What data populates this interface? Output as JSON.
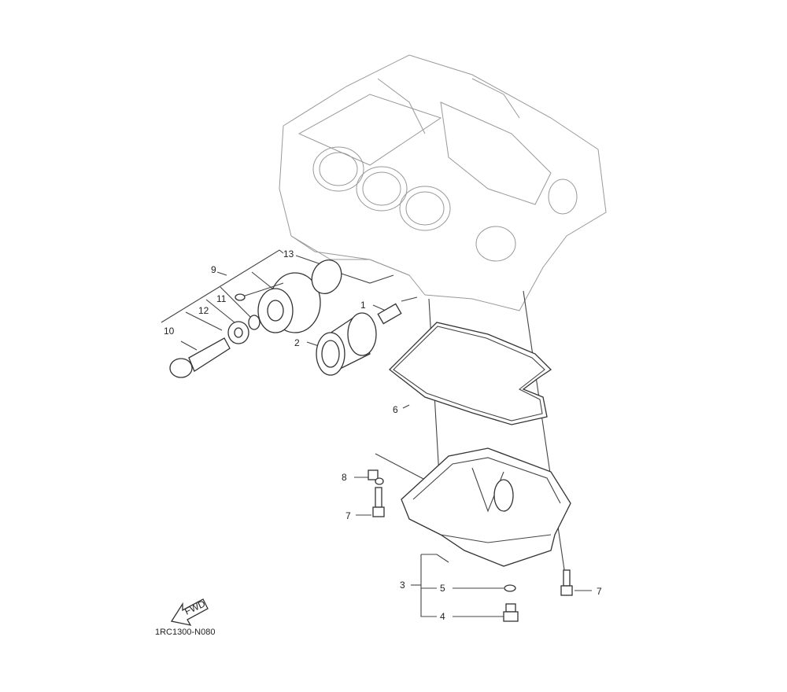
{
  "diagram": {
    "code": "1RC1300-N080",
    "fwd_label": "FWD",
    "callouts": [
      "1",
      "2",
      "3",
      "4",
      "5",
      "6",
      "7",
      "7",
      "8",
      "9",
      "10",
      "11",
      "12",
      "13"
    ]
  }
}
